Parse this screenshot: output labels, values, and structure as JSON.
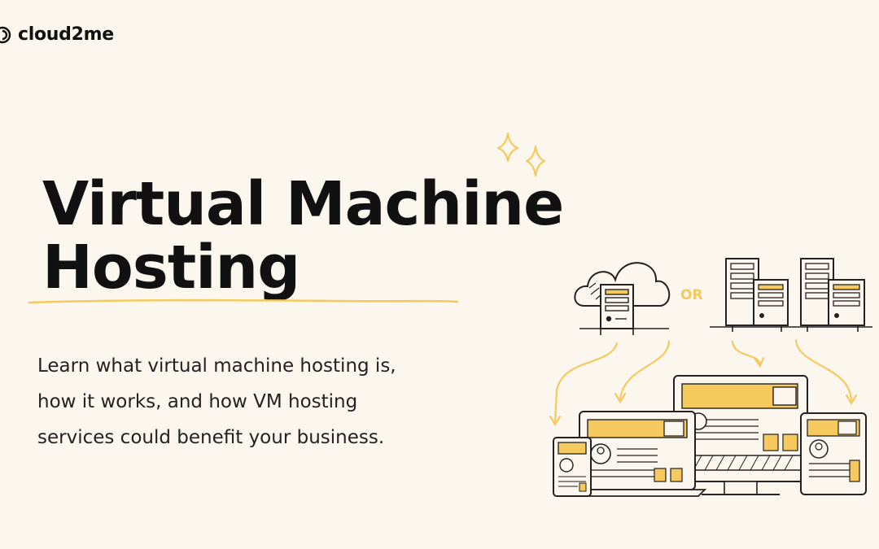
{
  "brand": {
    "name": "cloud2me"
  },
  "hero": {
    "title_lines": [
      "Virtual Machine",
      "Hosting"
    ],
    "description_lines": [
      "Learn what virtual machine hosting is,",
      "how it works, and how VM hosting",
      "services could benefit your business."
    ]
  },
  "illustration": {
    "or_label": "OR"
  },
  "colors": {
    "background": "#fcf7ee",
    "accent": "#f5c95e",
    "ink": "#222222"
  }
}
